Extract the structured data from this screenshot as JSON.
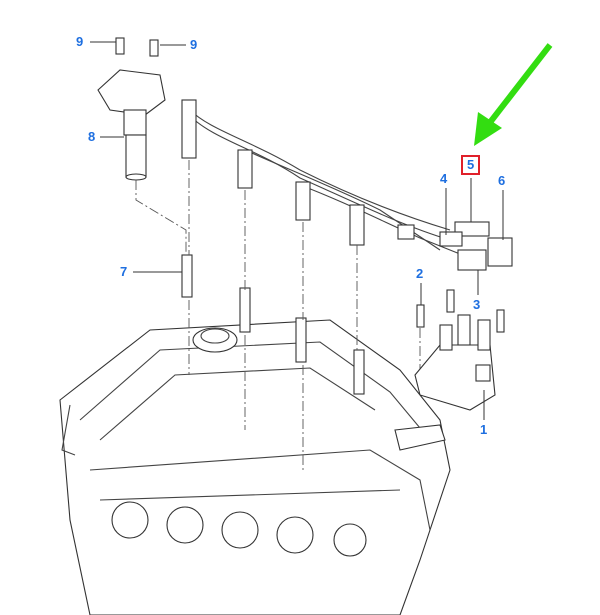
{
  "diagram": {
    "callouts": {
      "c9a": "9",
      "c9b": "9",
      "c8": "8",
      "c7": "7",
      "c4": "4",
      "c5": "5",
      "c6": "6",
      "c2": "2",
      "c3": "3",
      "c1": "1"
    },
    "highlight_color": "#e0202a",
    "arrow_color": "#33dd11",
    "label_color": "#1e6fe0"
  }
}
